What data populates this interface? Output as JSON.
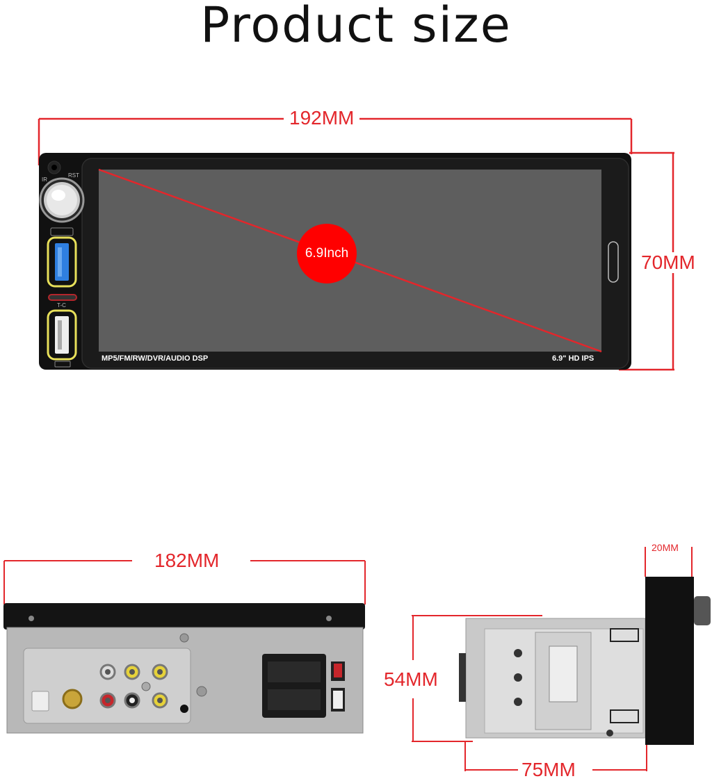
{
  "title": "Product size",
  "front": {
    "width_label": "192MM",
    "height_label": "70MM",
    "diagonal_label": "6.9Inch",
    "features_label": "MP5/FM/RW/DVR/AUDIO DSP",
    "screen_label": "6.9\" HD IPS",
    "ir_label": "IR",
    "rst_label": "RST",
    "tc_label": "T-C"
  },
  "rear": {
    "width_label": "182MM"
  },
  "side": {
    "depth_label": "20MM",
    "height_label": "54MM",
    "length_label": "75MM"
  },
  "colors": {
    "dimension": "#e3262b",
    "screen": "#5e5e5e",
    "usb_ring": "#e8e05a",
    "usb_blue": "#2f7fe0"
  }
}
